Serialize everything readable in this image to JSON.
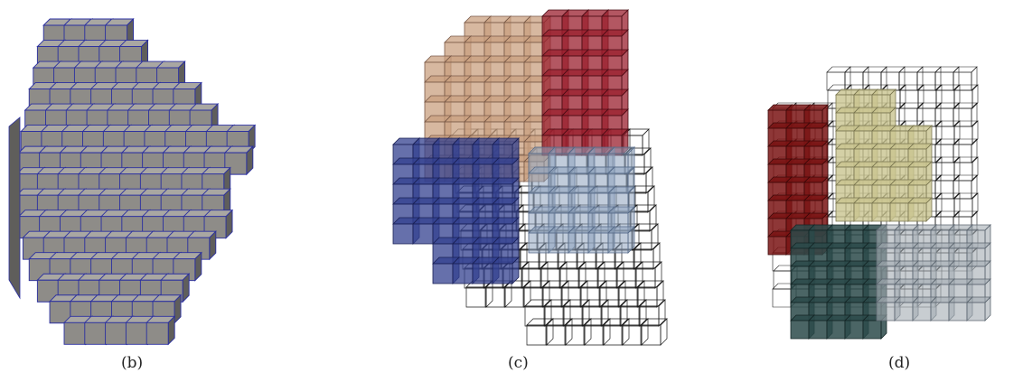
{
  "figure": {
    "panels": [
      {
        "id": "b",
        "caption": "(b)",
        "style": "solid-gray-voxel-mesh"
      },
      {
        "id": "c",
        "caption": "(c)",
        "style": "partitioned-voxel-mesh",
        "regions": [
          "tan",
          "red",
          "blue",
          "light-blue",
          "wireframe"
        ]
      },
      {
        "id": "d",
        "caption": "(d)",
        "style": "partitioned-voxel-mesh",
        "regions": [
          "red",
          "yellow",
          "dark-teal",
          "light-gray",
          "wireframe"
        ]
      }
    ],
    "colors": {
      "gray_face": "#8e8c88",
      "gray_top": "#a9a7a2",
      "gray_side": "#5f5e5b",
      "blue_edge": "#2a2fa0",
      "tan": "#c9a080",
      "red": "#9a1f2e",
      "blue": "#33408f",
      "light_blue": "#8ea2bd",
      "dark_red": "#7a1414",
      "yellow": "#c9c490",
      "dark_teal": "#2c4a4a",
      "light_gray": "#a4acb3",
      "wire": "#1a1a1a"
    }
  }
}
